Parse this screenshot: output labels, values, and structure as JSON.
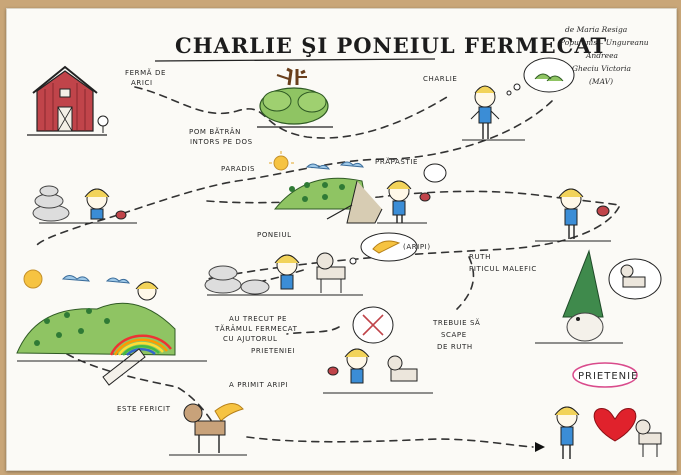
{
  "title": "CHARLIE ŞI PONEIUL FERMECAT",
  "authors": [
    "de Maria Resiga",
    "Popufenis – Ungureanu",
    "Andreea",
    "Gheciu Victoria",
    "(MAV)"
  ],
  "labels": {
    "ferma": [
      "FERMĂ DE",
      "ARICI"
    ],
    "pom": [
      "POM BĂTRÂN",
      "INTORS PE DOS"
    ],
    "charlie": "CHARLIE",
    "paradis": "PARADIS",
    "prapastie": "PRĂPASTIE",
    "poneiul": "PONEIUL",
    "aripi": "(ARIPI)",
    "ruth": [
      "RUTH",
      "PITICUL MALEFIC"
    ],
    "au_trecut": [
      "AU TRECUT PE",
      "TĂRÂMUL FERMECAT",
      "CU AJUTORUL",
      "PRIETENIEI"
    ],
    "trebuie": [
      "TREBUIE SĂ",
      "SCAPE",
      "DE RUTH"
    ],
    "a_primit": "A PRIMIT ARIPI",
    "este_fericit": "ESTE FERICIT",
    "prietenie": "PRIETENIE"
  },
  "colors": {
    "paper": "#fbfaf6",
    "grass": "#8fc463",
    "sky_blue": "#9fc9e8",
    "sun": "#f6c341",
    "barn_red": "#c0444a",
    "heart": "#e0222c",
    "gnome_hat": "#3f8a4c",
    "hair": "#f2d35a",
    "shirt": "#3b8dd6"
  }
}
